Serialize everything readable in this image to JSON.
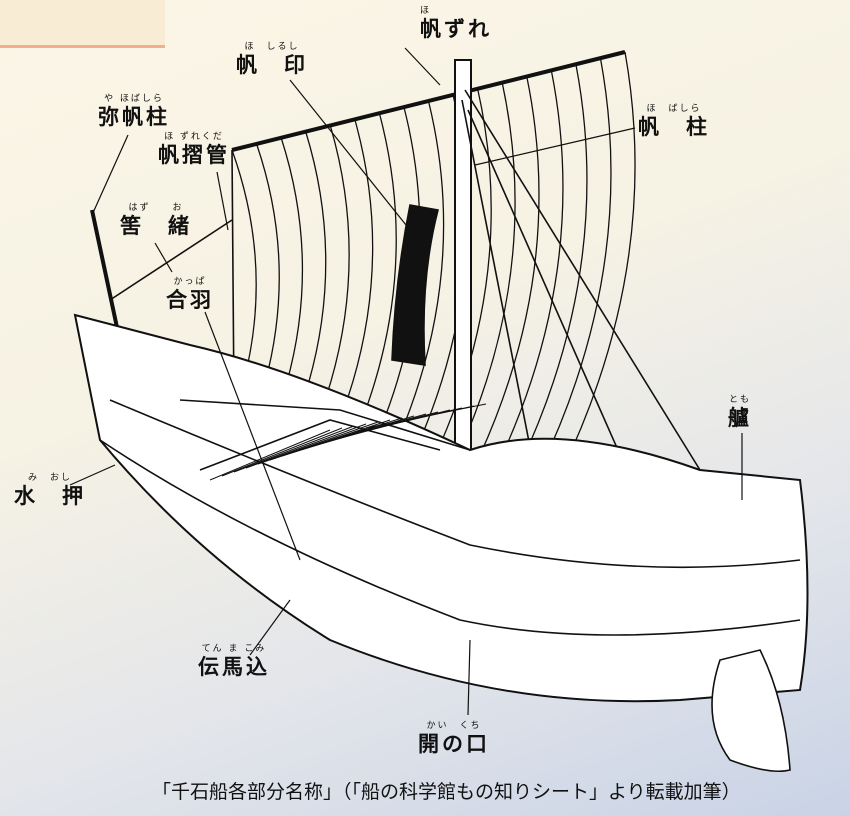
{
  "labels": {
    "hozure": {
      "ruby": "ほ",
      "text": "帆ずれ"
    },
    "hoshirushi": {
      "ruby": "ほ　しるし",
      "text": "帆　印"
    },
    "yahobashira": {
      "ruby": "や ほばしら",
      "text": "弥帆柱"
    },
    "hozurekuda": {
      "ruby": "ほ ずれくだ",
      "text": "帆摺管"
    },
    "hazuo": {
      "ruby": "はず　　お",
      "text": "筈　緒"
    },
    "kappa": {
      "ruby": "かっぱ",
      "text": "合羽"
    },
    "hobashira": {
      "ruby": "ほ　ばしら",
      "text": "帆　柱"
    },
    "tomo": {
      "ruby": "とも",
      "text": "艫"
    },
    "mioshi": {
      "ruby": "み　おし",
      "text": "水　押"
    },
    "tenmakomi": {
      "ruby": "てん ま こみ",
      "text": "伝馬込"
    },
    "kainokuchi": {
      "ruby": "かい　くち",
      "text": "開の口"
    }
  },
  "caption": "「千石船各部分名称」（「船の科学館もの知りシート」より転載加筆）"
}
